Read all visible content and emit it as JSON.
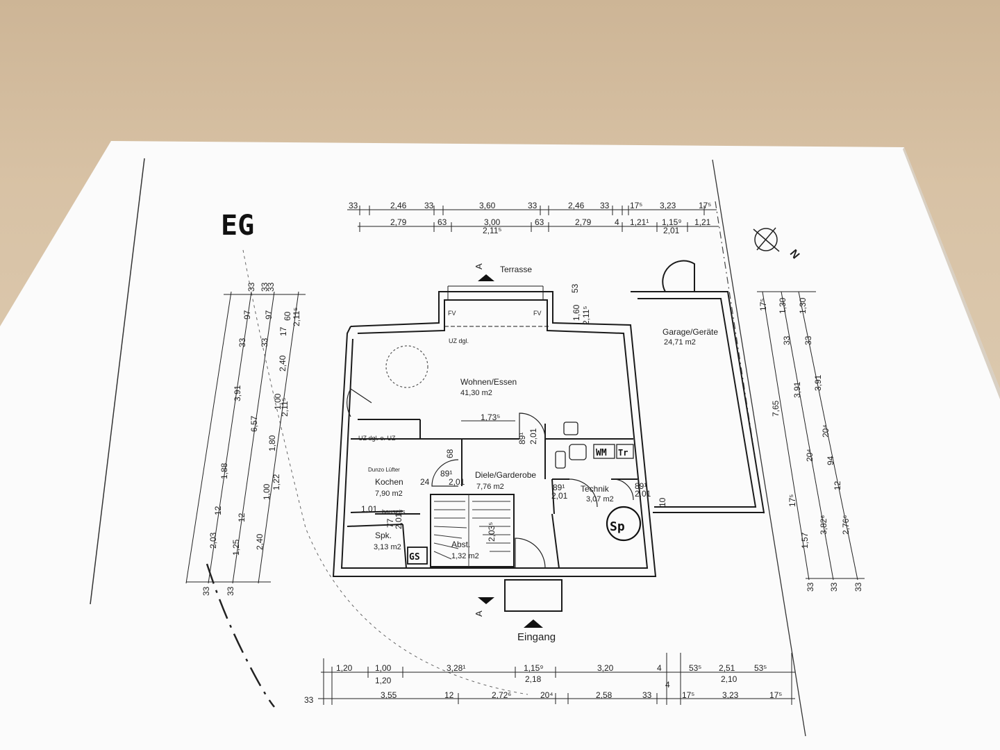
{
  "colors": {
    "wall": "#c9b394",
    "paper": "#fbfbfb",
    "ink": "#1e1e1e"
  },
  "plan": {
    "floor_label": "EG",
    "terrace": "Terrasse",
    "entrance": "Eingang",
    "section_mark": "A",
    "north_mark": "N",
    "rooms": {
      "living": {
        "name": "Wohnen/Essen",
        "area": "41,30 m2"
      },
      "hall": {
        "name": "Diele/Garderobe",
        "area": "7,76 m2"
      },
      "kitchen": {
        "name": "Kochen",
        "area": "7,90 m2"
      },
      "garage": {
        "name": "Garage/Geräte",
        "area": "24,71 m2"
      },
      "tech": {
        "name": "Technik",
        "area": "3,07 m2"
      },
      "pantry": {
        "name": "Spk.",
        "area": "3,13 m2"
      },
      "storage": {
        "name": "Abst.",
        "area": "1,32 m2"
      }
    },
    "notes": {
      "uz1": "UZ dgl.",
      "uz2": "UZ dgl. o. UZ",
      "fv1": "FV",
      "fv2": "FV",
      "duo": "Dunzo Lüfter",
      "bauseits": "bauseits",
      "wm": "WM",
      "tr": "Tr",
      "sp": "Sp",
      "gs": "GS"
    },
    "dims_top_row1": [
      "33",
      "2,46",
      "33",
      "3,60",
      "33",
      "2,46",
      "33",
      "17⁵",
      "3,23",
      "17⁵"
    ],
    "dims_top_row2": [
      "2,79",
      "63",
      "3,00",
      "63",
      "2,79",
      "4",
      "1,21¹",
      "1,15⁹",
      "1,21"
    ],
    "dims_top_sub": [
      "2,11⁵",
      "2,01"
    ],
    "dims_bottom_row1": [
      "1,20",
      "1,00",
      "3,28¹",
      "1,15⁹",
      "3,20",
      "4",
      "53⁵",
      "2,51",
      "53⁵"
    ],
    "dims_bottom_sub": [
      "1,20",
      "2,18",
      "2,10"
    ],
    "dims_bottom_row2": [
      "33",
      "3,55",
      "12",
      "2,72⁶",
      "20⁴",
      "2,58",
      "33",
      "4",
      "17⁵",
      "3,23",
      "17⁵"
    ],
    "dims_left": [
      "33",
      "97",
      "33",
      "3,91",
      "6,57",
      "1,88",
      "12",
      "2,03",
      "1,25",
      "33",
      "33",
      "97",
      "33",
      "2,40",
      "1,00",
      "1,80",
      "1,00",
      "1,22",
      "12",
      "2,40",
      "33",
      "60",
      "17",
      "2,11⁵",
      "2,11⁵",
      "33"
    ],
    "dims_right": [
      "17⁵",
      "1,30",
      "1,30",
      "33",
      "33",
      "7,65",
      "3,91",
      "3,91",
      "20⁴",
      "20⁴",
      "12",
      "94",
      "17⁵",
      "3,82⁶",
      "1,57",
      "2,76⁶",
      "33",
      "33",
      "33"
    ],
    "dims_inner": [
      "1,73⁵",
      "89¹",
      "2,01",
      "89¹",
      "2,01",
      "89¹",
      "2,01",
      "89¹",
      "2,01",
      "1,01",
      "77",
      "2,01",
      "2,03⁵",
      "10",
      "24",
      "68",
      "53",
      "1,60",
      "2,11⁵"
    ]
  }
}
